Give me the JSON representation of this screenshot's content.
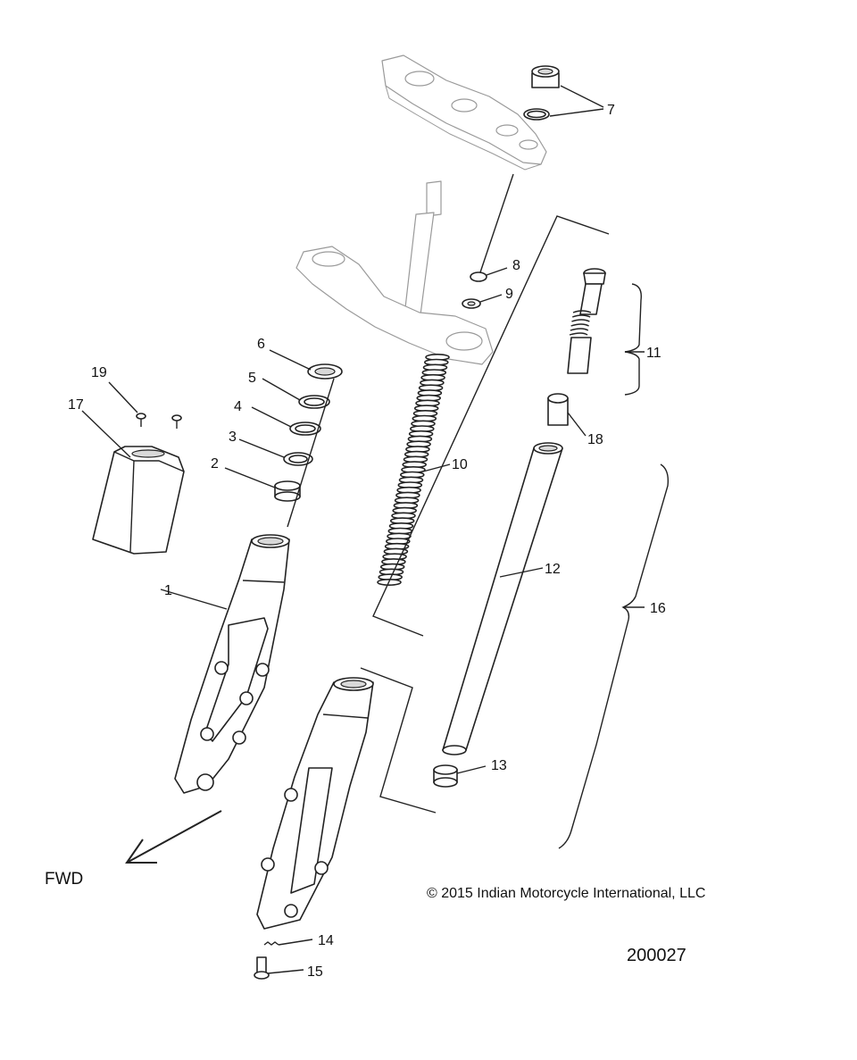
{
  "parts": [
    {
      "ref": "1"
    },
    {
      "ref": "2"
    },
    {
      "ref": "3"
    },
    {
      "ref": "4"
    },
    {
      "ref": "5"
    },
    {
      "ref": "6"
    },
    {
      "ref": "7"
    },
    {
      "ref": "8"
    },
    {
      "ref": "9"
    },
    {
      "ref": "10"
    },
    {
      "ref": "11"
    },
    {
      "ref": "12"
    },
    {
      "ref": "13"
    },
    {
      "ref": "14"
    },
    {
      "ref": "15"
    },
    {
      "ref": "16"
    },
    {
      "ref": "17"
    },
    {
      "ref": "18"
    },
    {
      "ref": "19"
    }
  ],
  "direction_label": "FWD",
  "copyright": "© 2015 Indian Motorcycle International, LLC",
  "document_number": "200027"
}
